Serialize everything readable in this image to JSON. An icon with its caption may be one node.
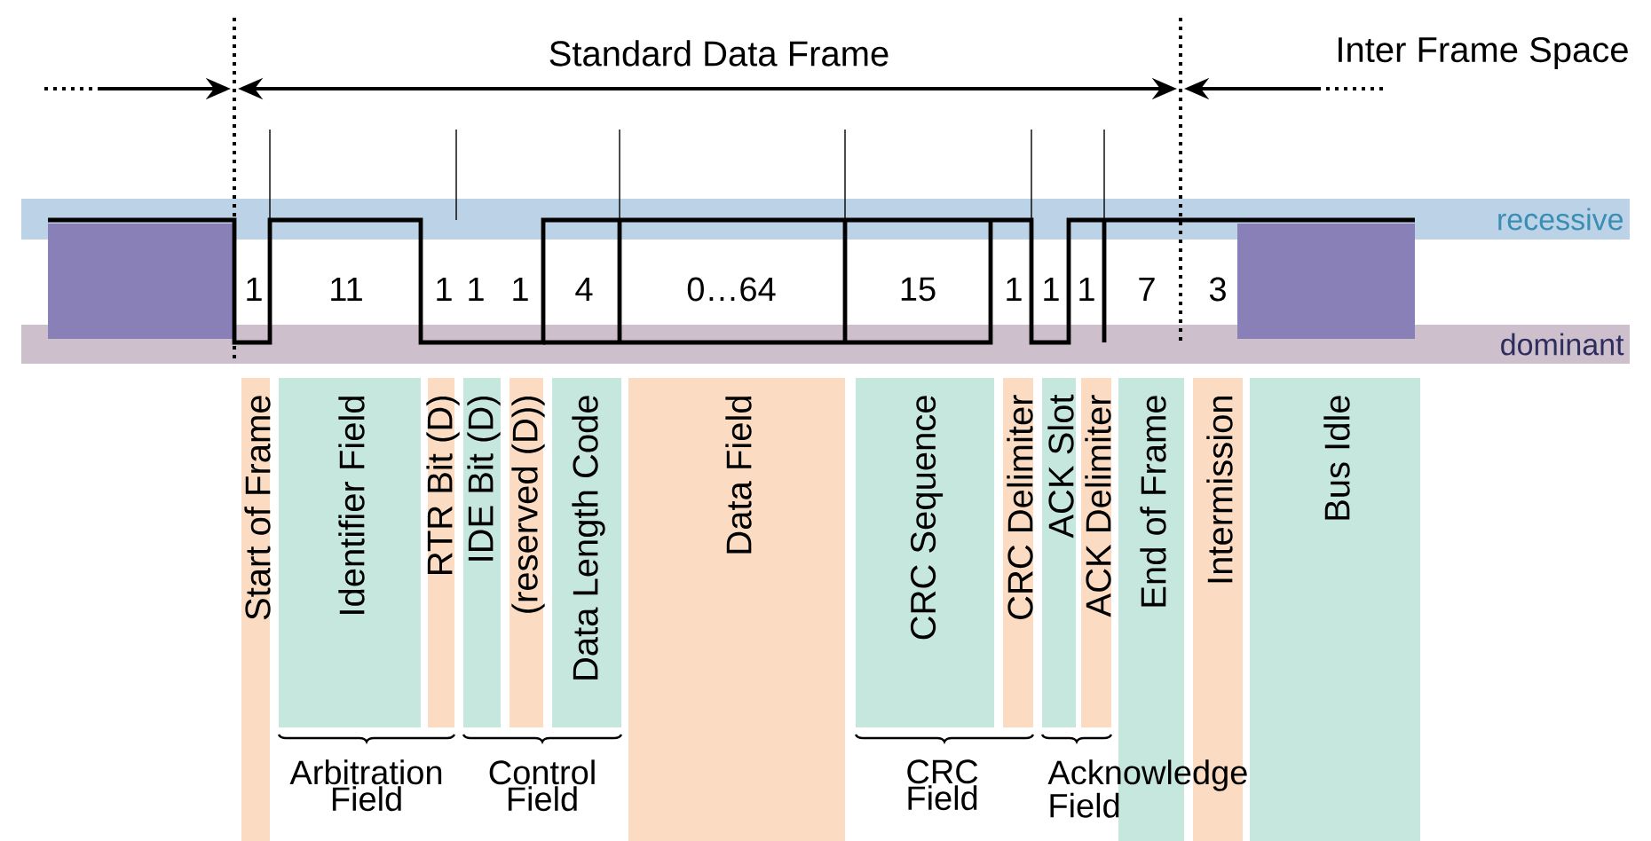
{
  "diagram": {
    "nodes": [
      {
        "text": [
          "Start of Frame"
        ]
      },
      {
        "text": [
          "Identifier Field"
        ]
      },
      {
        "text": [
          "RTR Bit (D)"
        ]
      },
      {
        "text": [
          "IDE Bit (D)"
        ]
      },
      {
        "text": [
          "(reserved (D))"
        ]
      },
      {
        "text": [
          "Data Length Code"
        ]
      },
      {
        "text": [
          "Data Field"
        ]
      },
      {
        "text": [
          "CRC Sequence"
        ]
      },
      {
        "text": [
          "CRC Delimiter"
        ]
      },
      {
        "text": [
          "ACK Slot"
        ]
      },
      {
        "text": [
          "ACK Delimiter"
        ]
      },
      {
        "text": [
          "End of Frame"
        ]
      },
      {
        "text": [
          "Intermission"
        ]
      },
      {
        "text": [
          "Bus Idle"
        ]
      }
    ],
    "edges": [],
    "labels": [
      "Standard Data Frame",
      "Inter Frame Space",
      "recessive",
      "1",
      "11",
      "1",
      "1",
      "1",
      "4",
      "0…64",
      "15",
      "1",
      "1",
      "1",
      "7",
      "3",
      "dominant",
      "Arbitration Field",
      "Control Field",
      "CRC Field",
      "Acknowledge Field"
    ]
  }
}
